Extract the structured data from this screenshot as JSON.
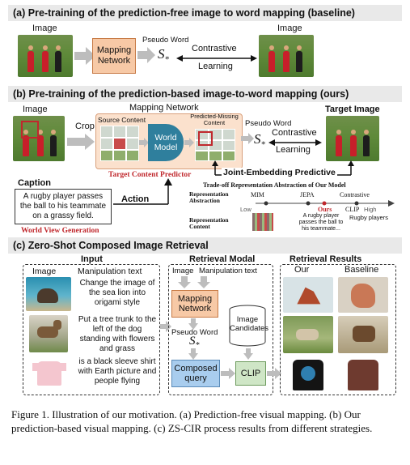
{
  "panel_a": {
    "title": "(a) Pre-training of the prediction-free image to word mapping (baseline)",
    "image_label_left": "Image",
    "mapping_network": "Mapping Network",
    "pseudo_word": "Pseudo Word",
    "symbol": "S",
    "symbol_sub": "*",
    "contrastive": "Contrastive",
    "learning": "Learning",
    "image_label_right": "Image"
  },
  "panel_b": {
    "title": "(b) Pre-training of the prediction-based image-to-word mapping (ours)",
    "image_label": "Image",
    "mapping_network": "Mapping Network",
    "target_image": "Target Image",
    "crop": "Crop",
    "source_content": "Source Content",
    "predicted_missing": "Predicted-Missing Content",
    "world_model": "World Model",
    "pseudo_word": "Pseudo Word",
    "symbol": "S",
    "symbol_sub": "*",
    "contrastive": "Contrastive",
    "learning": "Learning",
    "target_content_predictor": "Target Content Predictor",
    "joint_embedding": "Joint-Embedding Predictive",
    "caption_label": "Caption",
    "caption_text": "A rugby player passes the ball to his teammate on a grassy field.",
    "action": "Action",
    "world_view_generation": "World View Generation",
    "tradeoff_title": "Trade-off Representation Abstraction of Our Model",
    "rep_abstraction": "Representation Abstraction",
    "rep_content": "Representation Content",
    "mim": "MIM",
    "jepa": "JEPA",
    "contrastive_axis": "Contrastive",
    "low": "Low",
    "ours": "Ours",
    "clip": "CLIP",
    "high": "High",
    "ours_text": "A rugby player passes the ball to his teammate...",
    "clip_text": "Rugby players"
  },
  "panel_c": {
    "title": "(c) Zero-Shot Composed Image Retrieval",
    "input": "Input",
    "image_col": "Image",
    "manip_col": "Manipulation text",
    "texts": [
      "Change the image of the sea lion into origami style",
      "Put a tree trunk to the left of the dog standing with flowers and grass",
      "is a black sleeve shirt with Earth picture and people flying"
    ],
    "retrieval_modal": "Retrieval Modal",
    "rm_image": "Image",
    "rm_manip": "Manipulation text",
    "mapping_network": "Mapping Network",
    "image_candidates": "Image Candidates",
    "pseudo_word": "Pseudo Word",
    "symbol": "S",
    "symbol_sub": "*",
    "composed_query": "Composed query",
    "clip": "CLIP",
    "retrieval_results": "Retrieval Results",
    "our": "Our",
    "baseline": "Baseline"
  },
  "figure_caption": "Figure 1. Illustration of our motivation. (a) Prediction-free visual mapping. (b) Our prediction-based visual mapping. (c) ZS-CIR process results from different strategies.",
  "colors": {
    "orange_fill": "#f7c9a6",
    "teal": "#2f7f9d",
    "target_red": "#c0282d",
    "blue_fill": "#a9cdee"
  }
}
